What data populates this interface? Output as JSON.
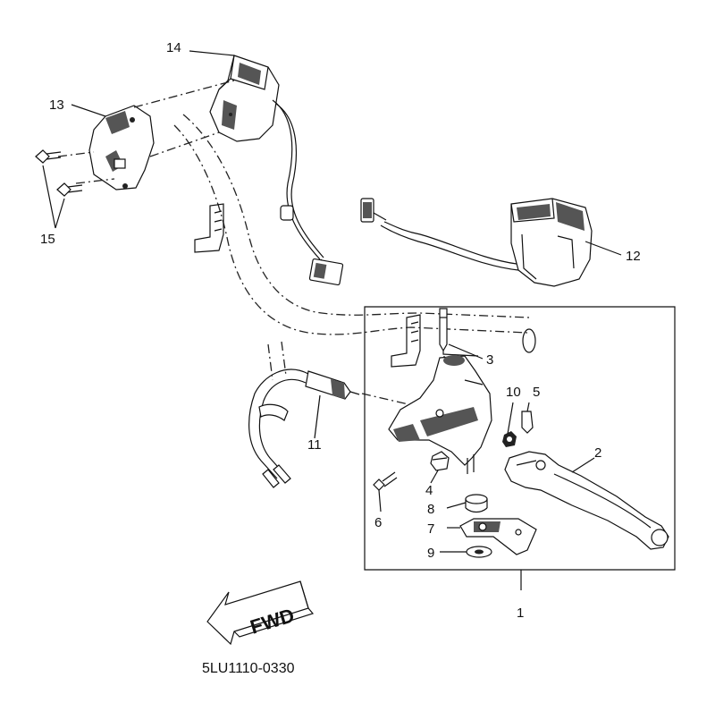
{
  "diagram": {
    "code": "5LU1110-0330",
    "arrow_text": "FWD",
    "callouts": {
      "c1": "1",
      "c2": "2",
      "c3": "3",
      "c4": "4",
      "c5": "5",
      "c6": "6",
      "c7": "7",
      "c8": "8",
      "c9": "9",
      "c10": "10",
      "c11": "11",
      "c12": "12",
      "c13": "13",
      "c14": "14",
      "c15": "15"
    }
  }
}
